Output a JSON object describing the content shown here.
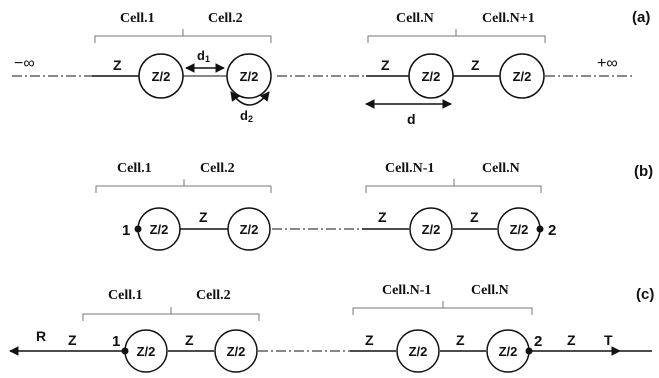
{
  "panel_a": {
    "label": "(a)",
    "cells_left": [
      "Cell.1",
      "Cell.2"
    ],
    "cells_right": [
      "Cell.N",
      "Cell.N+1"
    ],
    "minus_inf": "−∞",
    "plus_inf": "+∞",
    "z": "Z",
    "z_half": "Z/2",
    "d1": "d1",
    "d2": "d2",
    "d": "d"
  },
  "panel_b": {
    "label": "(b)",
    "cells_left": [
      "Cell.1",
      "Cell.2"
    ],
    "cells_right": [
      "Cell.N-1",
      "Cell.N"
    ],
    "port1": "1",
    "port2": "2",
    "z": "Z",
    "z_half": "Z/2"
  },
  "panel_c": {
    "label": "(c)",
    "cells_left": [
      "Cell.1",
      "Cell.2"
    ],
    "cells_right": [
      "Cell.N-1",
      "Cell.N"
    ],
    "port1": "1",
    "port2": "2",
    "r": "R",
    "t": "T",
    "z": "Z",
    "z_half": "Z/2"
  }
}
